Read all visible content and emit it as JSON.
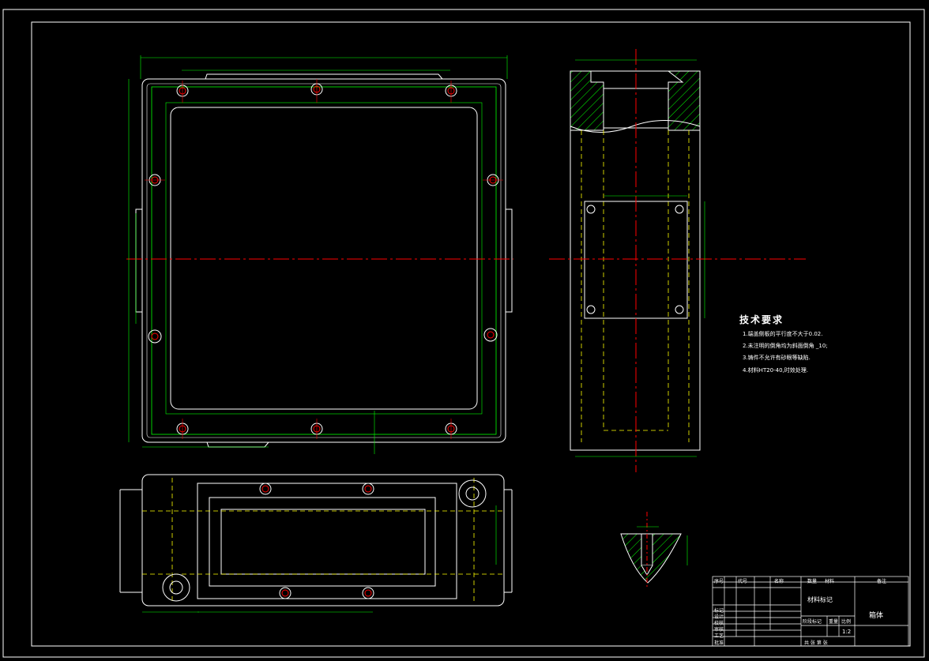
{
  "technical_requirements": {
    "title": "技术要求",
    "items": [
      "1.端盖侧板的平行度不大于0.02.",
      "2.未注明的倒角均为斜面倒角 _10;",
      "3.铸件不允许有砂眼等缺陷.",
      "4.材料HT20-40,时效处理."
    ]
  },
  "title_block": {
    "material_label": "材料标记",
    "part_name": "箱体",
    "scale": "1:2",
    "scale_label": "比例",
    "weight_label": "重量",
    "stage_label": "阶段标记",
    "header_cells": [
      "序号",
      "代号",
      "名称",
      "数量",
      "材料",
      "备注"
    ],
    "left_rows": [
      "标记",
      "设计",
      "校核",
      "审核",
      "工艺",
      "批准"
    ],
    "sheet_text": "共 张 第 张"
  },
  "colors": {
    "outline": "#ffffff",
    "hidden": "#ffff00",
    "dimension": "#00ff00",
    "center": "#ff0000",
    "hatch": "#00ff00"
  },
  "icons": {
    "bolt_hole": "circle-with-crosshair-icon"
  }
}
